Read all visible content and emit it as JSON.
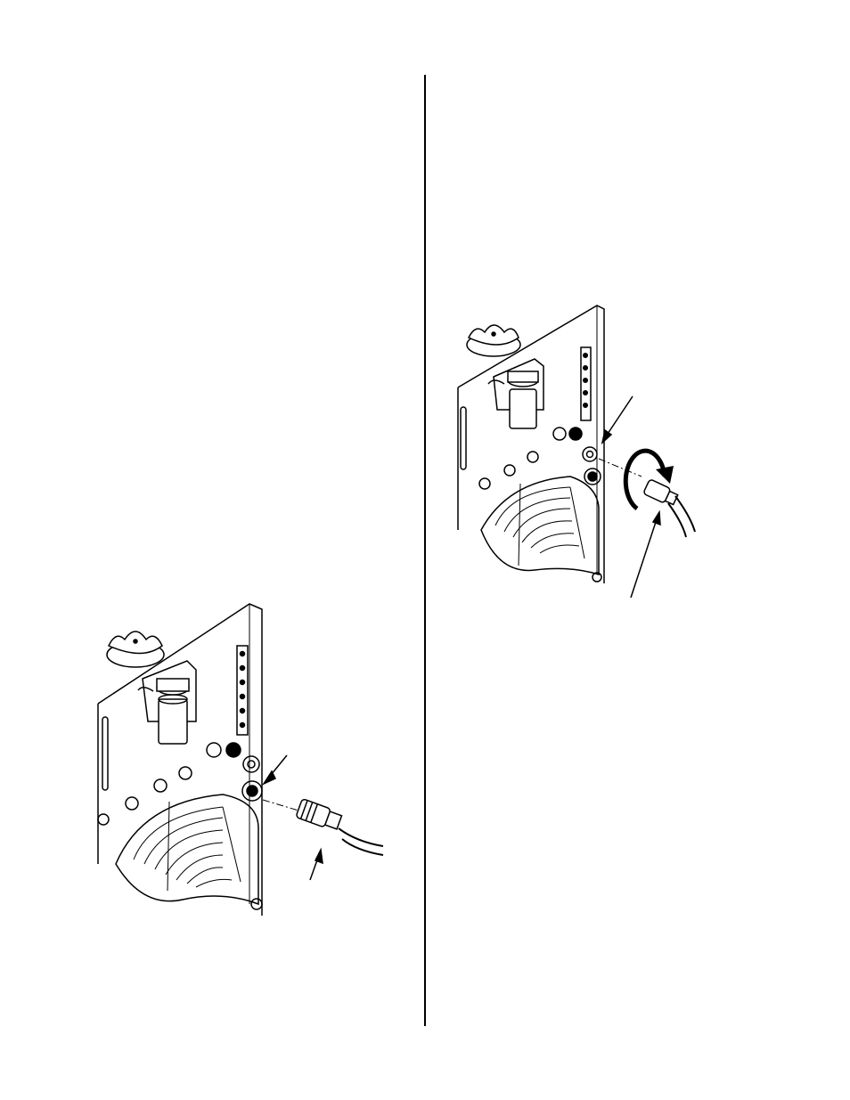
{
  "document": {
    "type": "illustration page",
    "columns": 2,
    "figures": [
      {
        "id": "connect-cable",
        "description_icon": "connector-plug-insert-icon",
        "callout_count": 2
      },
      {
        "id": "tighten-cable",
        "description_icon": "connector-rotate-tighten-icon",
        "callout_count": 2
      }
    ]
  },
  "colors": {
    "ink": "#000000",
    "paper": "#ffffff"
  }
}
